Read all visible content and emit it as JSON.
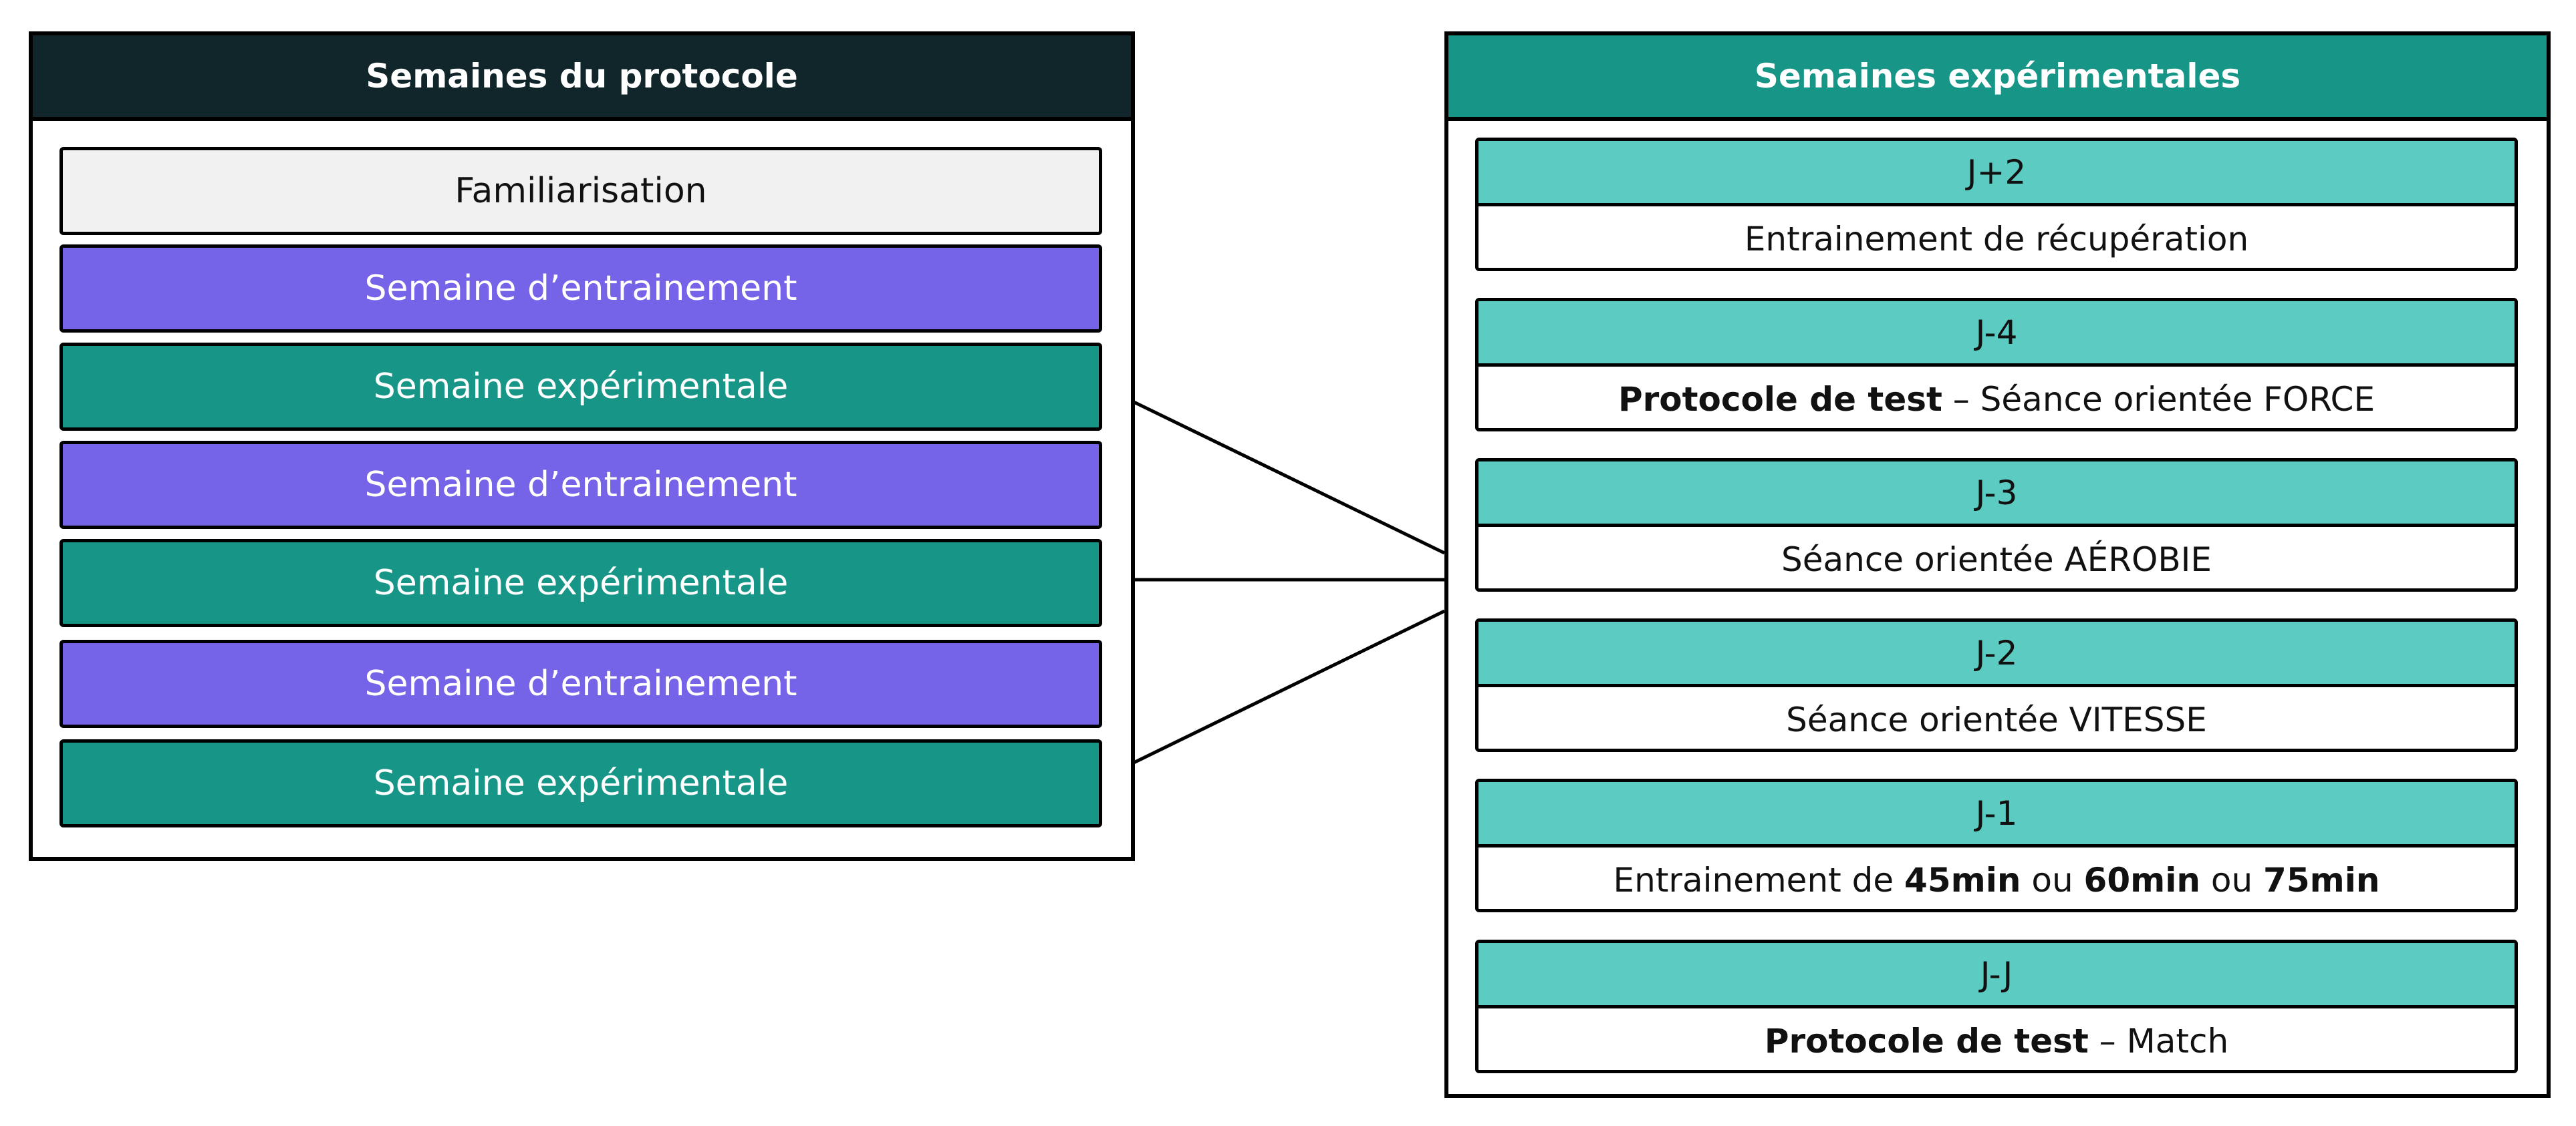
{
  "protocol_panel": {
    "title": "Semaines du protocole",
    "weeks": [
      {
        "label": "Familiarisation",
        "kind": "familiarisation"
      },
      {
        "label": "Semaine d’entrainement",
        "kind": "entrainement"
      },
      {
        "label": "Semaine expérimentale",
        "kind": "experimentale"
      },
      {
        "label": "Semaine d’entrainement",
        "kind": "entrainement"
      },
      {
        "label": "Semaine expérimentale",
        "kind": "experimentale"
      },
      {
        "label": "Semaine d’entrainement",
        "kind": "entrainement"
      },
      {
        "label": "Semaine expérimentale",
        "kind": "experimentale"
      }
    ]
  },
  "experimental_panel": {
    "title": "Semaines expérimentales",
    "days": [
      {
        "label": "J+2",
        "desc": {
          "plain": "Entrainement de récupération"
        }
      },
      {
        "label": "J-4",
        "desc": {
          "bold": "Protocole de test",
          "rest": " – Séance orientée FORCE"
        }
      },
      {
        "label": "J-3",
        "desc": {
          "plain": "Séance orientée AÉROBIE"
        }
      },
      {
        "label": "J-2",
        "desc": {
          "plain": "Séance orientée VITESSE"
        }
      },
      {
        "label": "J-1",
        "desc": {
          "p1": "Entrainement de ",
          "b1": "45min",
          "p2": " ou ",
          "b2": "60min",
          "p3": " ou ",
          "b3": "75min"
        }
      },
      {
        "label": "J-J",
        "desc": {
          "bold": "Protocole de test",
          "rest": " – Match"
        }
      }
    ]
  },
  "colors": {
    "protocol_header": "#11262b",
    "experimental_header": "#179688",
    "familiarisation_week": "#f1f1f1",
    "training_week": "#7563e8",
    "experimental_week": "#179688",
    "day_label": "#5ccbc1"
  },
  "connections": [
    {
      "from": "experimental-week-1",
      "to": "experimental-panel"
    },
    {
      "from": "experimental-week-2",
      "to": "experimental-panel"
    },
    {
      "from": "experimental-week-3",
      "to": "experimental-panel"
    }
  ]
}
